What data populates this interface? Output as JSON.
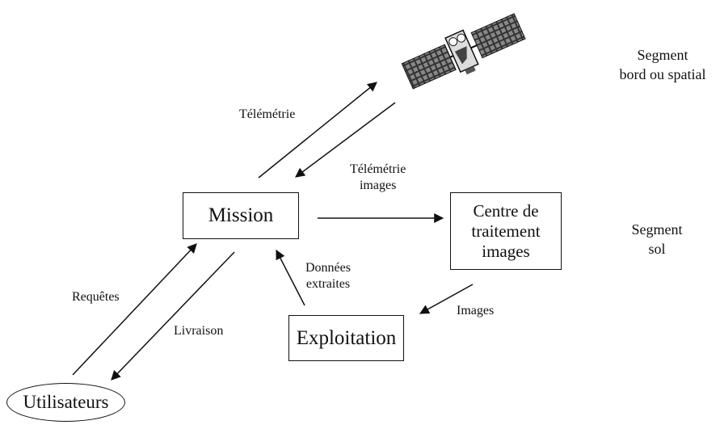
{
  "nodes": {
    "mission": "Mission",
    "centre": "Centre de\ntraitement\nimages",
    "exploitation": "Exploitation",
    "utilisateurs": "Utilisateurs"
  },
  "edge_labels": {
    "telemetrie_up": "Télémétrie",
    "telemetrie_images": "Télémétrie\nimages",
    "donnees": "Données\nextraites",
    "images": "Images",
    "requetes": "Requêtes",
    "livraison": "Livraison"
  },
  "segments": {
    "bord": "Segment\nbord ou spatial",
    "sol": "Segment\nsol"
  },
  "icons": {
    "satellite": "satellite-icon"
  }
}
